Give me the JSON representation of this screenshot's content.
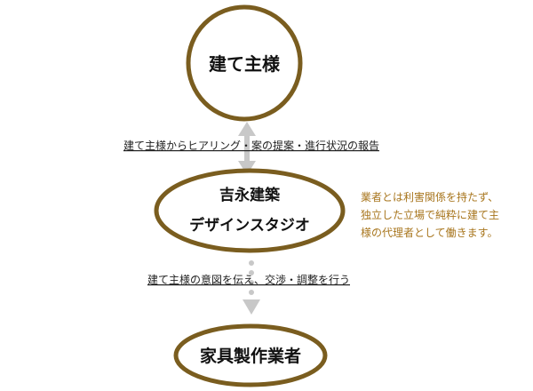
{
  "diagram": {
    "client": "建て主様",
    "studio": {
      "line1": "吉永建築",
      "line2": "デザインスタジオ"
    },
    "contractor": "家具製作業者",
    "edge_client_studio": "建て主様からヒアリング・案の提案・進行状況の報告",
    "edge_studio_contractor": "建て主様の意図を伝え、交渉・調整を行う",
    "note": {
      "line1": "業者とは利害関係を持たず、",
      "line2": "独立した立場で純粋に建て主",
      "line3": "様の代理者として働きます。"
    }
  },
  "colors": {
    "ring": "#7a5d1f",
    "connector": "#c8c8c8",
    "note": "#a8761e"
  }
}
